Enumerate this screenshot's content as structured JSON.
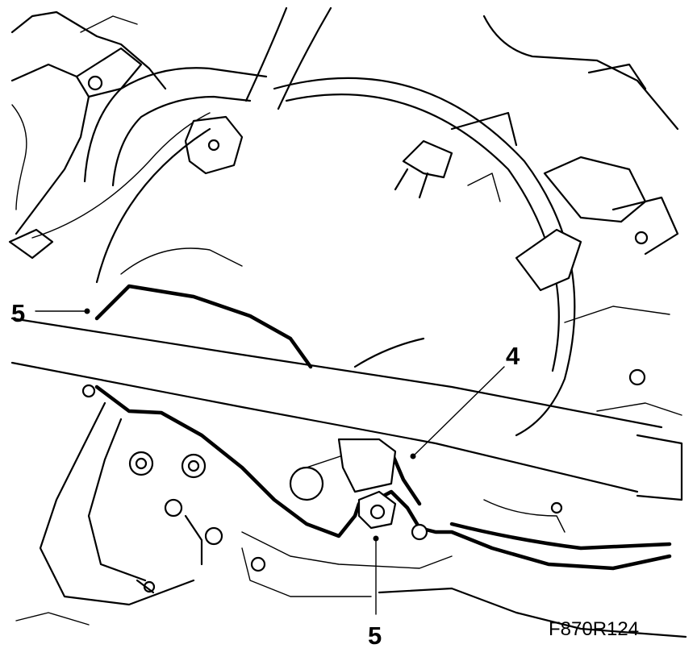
{
  "figure": {
    "callouts": [
      {
        "id": "5",
        "label": "5"
      },
      {
        "id": "4",
        "label": "4"
      },
      {
        "id": "5b",
        "label": "5"
      }
    ],
    "figure_code": "F870R124"
  }
}
